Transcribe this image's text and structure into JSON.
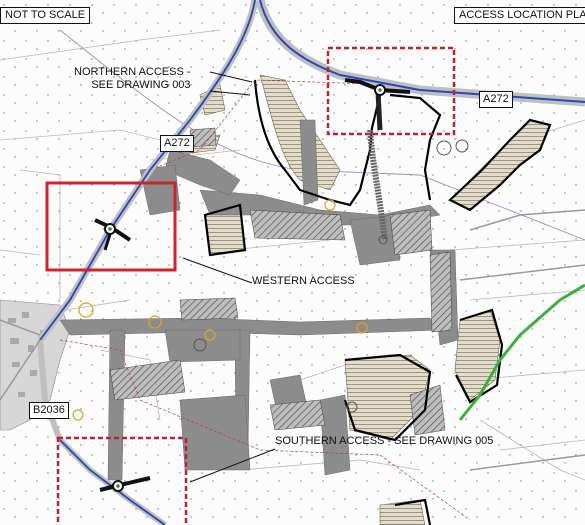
{
  "map": {
    "corner_left": "NOT TO SCALE",
    "corner_right": "ACCESS LOCATION PLAN",
    "northern_access": [
      "NORTHERN ACCESS -",
      "SEE DRAWING 003"
    ],
    "western_access": "WESTERN ACCESS",
    "southern_access": "SOUTHERN ACCESS - SEE DRAWING 005",
    "roads": {
      "a272_west": "A272",
      "a272_east": "A272",
      "b2036": "B2036"
    },
    "colors": {
      "highlight_solid": "#d0232a",
      "highlight_dashed": "#c0212a",
      "main_road": "#2947b8",
      "boundary": "#000000",
      "hatch_fill": "#d8cdb4",
      "green_route": "#3bb23b",
      "woodland": "#8a8a8a"
    }
  }
}
